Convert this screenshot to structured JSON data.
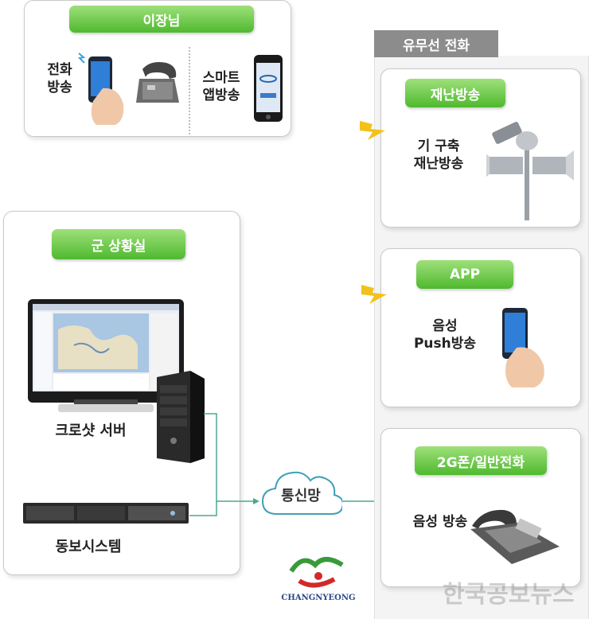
{
  "village_head": {
    "title": "이장님",
    "phone_label": "전화\n방송",
    "smart_label": "스마트\n앱방송"
  },
  "command_center": {
    "title": "군 상황실",
    "server_label": "크로샷 서버",
    "system_label": "동보시스템"
  },
  "network": {
    "cloud_label": "통신망"
  },
  "wired_wireless": {
    "title": "유무선 전화",
    "items": [
      {
        "badge": "재난방송",
        "label": "기 구축\n재난방송"
      },
      {
        "badge": "APP",
        "label": "음성\nPush방송"
      },
      {
        "badge": "2G폰/일반전화",
        "label": "음성 방송"
      }
    ]
  },
  "logo": {
    "text": "CHANGNYEONG"
  },
  "watermark": "한국공보뉴스",
  "colors": {
    "badge_green": "#4fb92f",
    "lightning": "#f2c21a",
    "line": "#4aa892"
  }
}
